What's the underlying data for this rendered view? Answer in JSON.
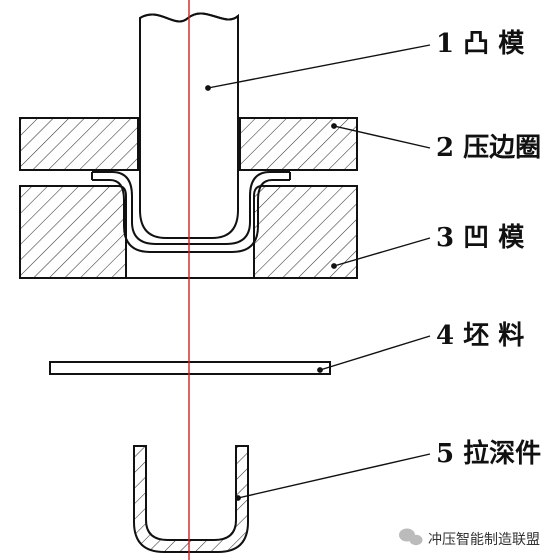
{
  "labels": [
    {
      "num": "1",
      "text": "凸 模"
    },
    {
      "num": "2",
      "text": "压边圈"
    },
    {
      "num": "3",
      "text": "凹 模"
    },
    {
      "num": "4",
      "text": "坯 料"
    },
    {
      "num": "5",
      "text": "拉深件"
    }
  ],
  "watermark": {
    "text": "冲压智能制造联盟",
    "icon": "wechat-icon"
  },
  "colors": {
    "centerline": "#d62020",
    "stroke": "#111111",
    "hatch": "#333333"
  }
}
